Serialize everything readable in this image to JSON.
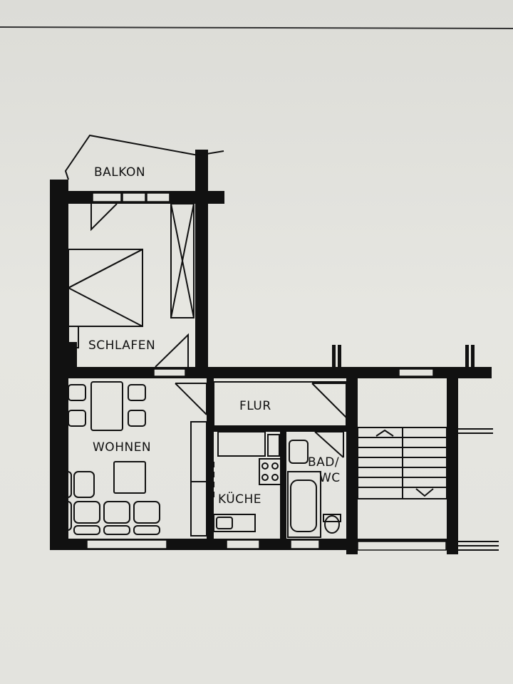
{
  "colors": {
    "paper": "#e4e4df",
    "ink": "#111111",
    "top_rule": "#333333"
  },
  "rooms": {
    "balkon": "BALKON",
    "schlafen": "SCHLAFEN",
    "flur": "FLUR",
    "wohnen": "WOHNEN",
    "kueche": "KÜCHE",
    "bad_line1": "BAD/",
    "bad_line2": "WC"
  }
}
